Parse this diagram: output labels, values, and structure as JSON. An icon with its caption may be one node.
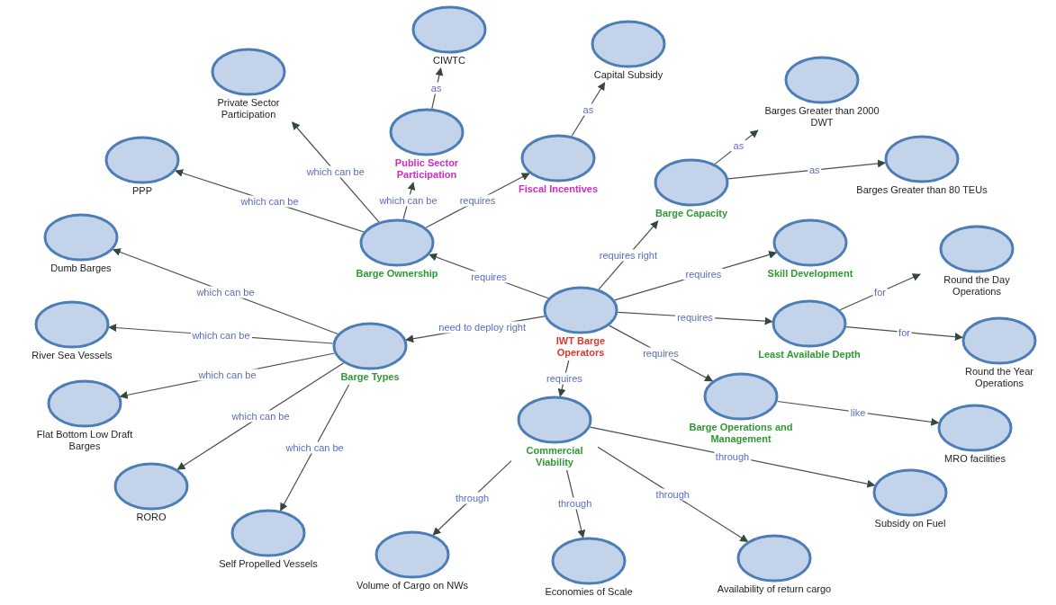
{
  "diagram": {
    "nodes": [
      {
        "text": [
          "IWT Barge Operators"
        ]
      },
      {
        "text": [
          "Barge Ownership"
        ]
      },
      {
        "text": [
          "Public Sector Participation"
        ]
      },
      {
        "text": [
          "CIWTC"
        ]
      },
      {
        "text": [
          "Private Sector Participation"
        ]
      },
      {
        "text": [
          "PPP"
        ]
      },
      {
        "text": [
          "Fiscal Incentives"
        ]
      },
      {
        "text": [
          "Capital Subsidy"
        ]
      },
      {
        "text": [
          "Barge Capacity"
        ]
      },
      {
        "text": [
          "Barges Greater than 2000 DWT"
        ]
      },
      {
        "text": [
          "Barges Greater than 80 TEUs"
        ]
      },
      {
        "text": [
          "Skill Development"
        ]
      },
      {
        "text": [
          "Round the Day Operations"
        ]
      },
      {
        "text": [
          "Least Available Depth"
        ]
      },
      {
        "text": [
          "Round the Year Operations"
        ]
      },
      {
        "text": [
          "Barge Operations and Management"
        ]
      },
      {
        "text": [
          "MRO facilities"
        ]
      },
      {
        "text": [
          "Commercial Viability"
        ]
      },
      {
        "text": [
          "Subsidy on Fuel"
        ]
      },
      {
        "text": [
          "Availability of return cargo"
        ]
      },
      {
        "text": [
          "Economies of Scale"
        ]
      },
      {
        "text": [
          "Volume of Cargo on NWs"
        ]
      },
      {
        "text": [
          "Self Propelled Vessels"
        ]
      },
      {
        "text": [
          "RORO"
        ]
      },
      {
        "text": [
          "Flat Bottom Low Draft Barges"
        ]
      },
      {
        "text": [
          "River Sea Vessels"
        ]
      },
      {
        "text": [
          "Dumb Barges"
        ]
      },
      {
        "text": [
          "Barge Types"
        ]
      }
    ],
    "edges": [
      {
        "from": 0,
        "to": 1,
        "arrow": "to",
        "label": "requires"
      },
      {
        "from": 0,
        "to": 27,
        "arrow": "to",
        "label": "need to deploy right"
      },
      {
        "from": 0,
        "to": 8,
        "arrow": "to",
        "label": "requires right"
      },
      {
        "from": 0,
        "to": 11,
        "arrow": "to",
        "label": "requires"
      },
      {
        "from": 0,
        "to": 13,
        "arrow": "to",
        "label": "requires"
      },
      {
        "from": 0,
        "to": 15,
        "arrow": "to",
        "label": "requires"
      },
      {
        "from": 0,
        "to": 17,
        "arrow": "to",
        "label": "requires"
      },
      {
        "from": 1,
        "to": 5,
        "arrow": "to",
        "label": "which can be"
      },
      {
        "from": 1,
        "to": 4,
        "arrow": "to",
        "label": "which can be"
      },
      {
        "from": 1,
        "to": 2,
        "arrow": "to",
        "label": "which can be"
      },
      {
        "from": 1,
        "to": 6,
        "arrow": "to",
        "label": "requires"
      },
      {
        "from": 2,
        "to": 3,
        "arrow": "to",
        "label": "as"
      },
      {
        "from": 6,
        "to": 7,
        "arrow": "to",
        "label": "as"
      },
      {
        "from": 8,
        "to": 9,
        "arrow": "to",
        "label": "as"
      },
      {
        "from": 8,
        "to": 10,
        "arrow": "to",
        "label": "as"
      },
      {
        "from": 13,
        "to": 12,
        "arrow": "to",
        "label": "for"
      },
      {
        "from": 13,
        "to": 14,
        "arrow": "to",
        "label": "for"
      },
      {
        "from": 15,
        "to": 16,
        "arrow": "to",
        "label": "like"
      },
      {
        "from": 17,
        "to": 21,
        "arrow": "to",
        "label": "through"
      },
      {
        "from": 17,
        "to": 20,
        "arrow": "to",
        "label": "through"
      },
      {
        "from": 17,
        "to": 19,
        "arrow": "to",
        "label": "through"
      },
      {
        "from": 17,
        "to": 18,
        "arrow": "to",
        "label": "through"
      },
      {
        "from": 27,
        "to": 26,
        "arrow": "to",
        "label": "which can be"
      },
      {
        "from": 27,
        "to": 25,
        "arrow": "to",
        "label": "which can be"
      },
      {
        "from": 27,
        "to": 24,
        "arrow": "to",
        "label": "which can be"
      },
      {
        "from": 27,
        "to": 23,
        "arrow": "to",
        "label": "which can be"
      },
      {
        "from": 27,
        "to": 22,
        "arrow": "to",
        "label": "which can be"
      }
    ]
  }
}
